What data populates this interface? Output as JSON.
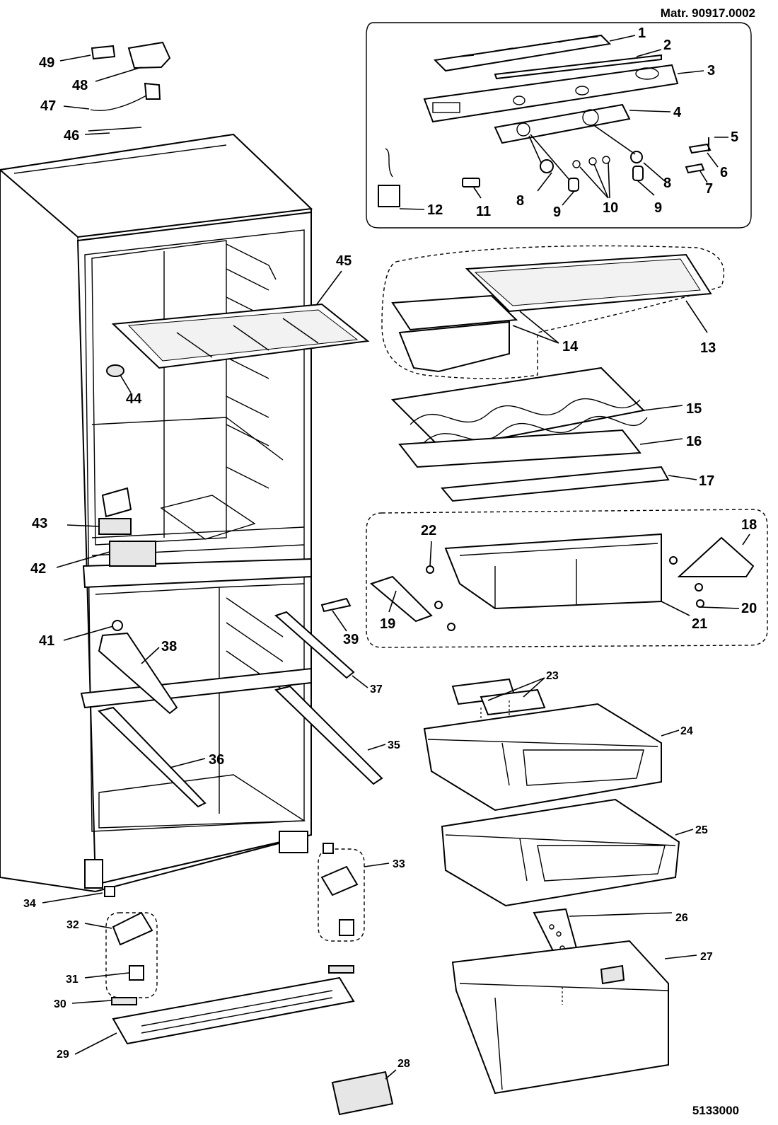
{
  "header": {
    "matr": "Matr. 90917.0002",
    "doc_code": "5133000"
  },
  "callouts": [
    {
      "id": "c1",
      "label": "1"
    },
    {
      "id": "c2",
      "label": "2"
    },
    {
      "id": "c3",
      "label": "3"
    },
    {
      "id": "c4",
      "label": "4"
    },
    {
      "id": "c5",
      "label": "5"
    },
    {
      "id": "c6",
      "label": "6"
    },
    {
      "id": "c7",
      "label": "7"
    },
    {
      "id": "c8a",
      "label": "8"
    },
    {
      "id": "c8b",
      "label": "8"
    },
    {
      "id": "c9a",
      "label": "9"
    },
    {
      "id": "c9b",
      "label": "9"
    },
    {
      "id": "c10",
      "label": "10"
    },
    {
      "id": "c11",
      "label": "11"
    },
    {
      "id": "c12",
      "label": "12"
    },
    {
      "id": "c13",
      "label": "13"
    },
    {
      "id": "c14",
      "label": "14"
    },
    {
      "id": "c15",
      "label": "15"
    },
    {
      "id": "c16",
      "label": "16"
    },
    {
      "id": "c17",
      "label": "17"
    },
    {
      "id": "c18",
      "label": "18"
    },
    {
      "id": "c19",
      "label": "19"
    },
    {
      "id": "c20",
      "label": "20"
    },
    {
      "id": "c21",
      "label": "21"
    },
    {
      "id": "c22",
      "label": "22"
    },
    {
      "id": "c23",
      "label": "23"
    },
    {
      "id": "c24",
      "label": "24"
    },
    {
      "id": "c25",
      "label": "25"
    },
    {
      "id": "c26",
      "label": "26"
    },
    {
      "id": "c27",
      "label": "27"
    },
    {
      "id": "c28",
      "label": "28"
    },
    {
      "id": "c29",
      "label": "29"
    },
    {
      "id": "c30",
      "label": "30"
    },
    {
      "id": "c31",
      "label": "31"
    },
    {
      "id": "c32",
      "label": "32"
    },
    {
      "id": "c33",
      "label": "33"
    },
    {
      "id": "c34",
      "label": "34"
    },
    {
      "id": "c35",
      "label": "35"
    },
    {
      "id": "c36",
      "label": "36"
    },
    {
      "id": "c37",
      "label": "37"
    },
    {
      "id": "c38",
      "label": "38"
    },
    {
      "id": "c39",
      "label": "39"
    },
    {
      "id": "c41",
      "label": "41"
    },
    {
      "id": "c42",
      "label": "42"
    },
    {
      "id": "c43",
      "label": "43"
    },
    {
      "id": "c44",
      "label": "44"
    },
    {
      "id": "c45",
      "label": "45"
    },
    {
      "id": "c46",
      "label": "46"
    },
    {
      "id": "c47",
      "label": "47"
    },
    {
      "id": "c48",
      "label": "48"
    },
    {
      "id": "c49",
      "label": "49"
    }
  ]
}
